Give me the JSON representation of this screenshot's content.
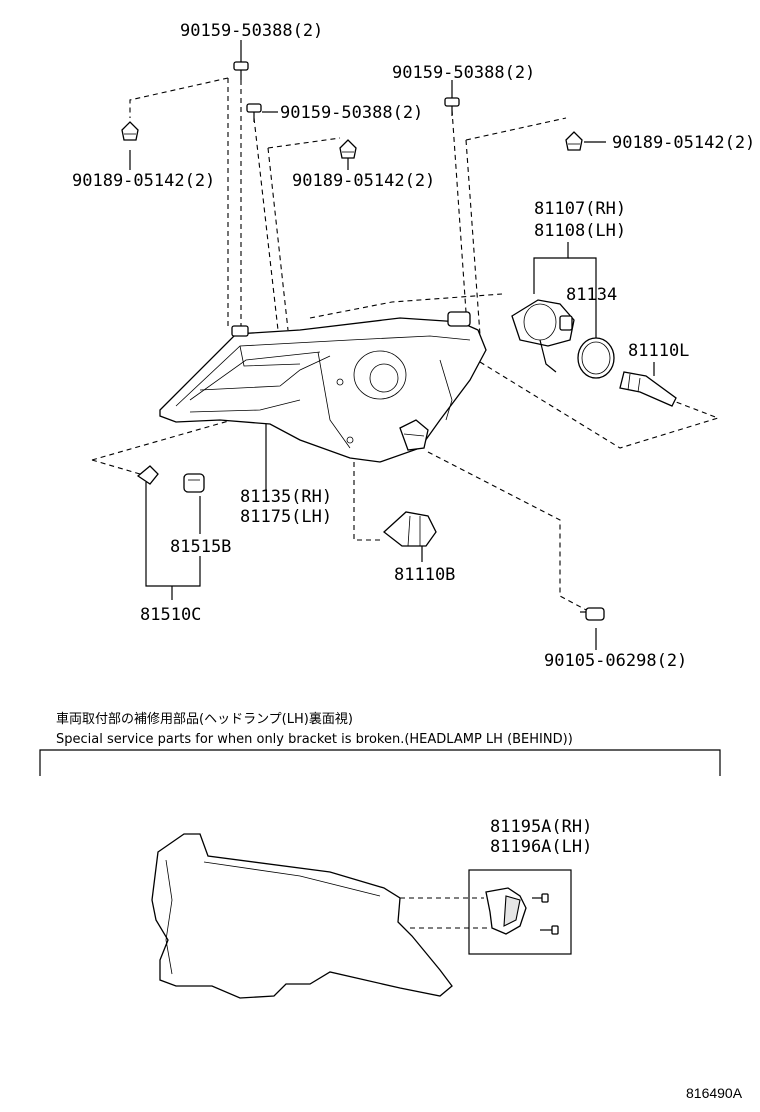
{
  "labels": {
    "bolt_top_left": "90159-50388(2)",
    "bolt_top_right": "90159-50388(2)",
    "bolt_mid": "90159-50388(2)",
    "clip_left": "90189-05142(2)",
    "clip_mid": "90189-05142(2)",
    "clip_right": "90189-05142(2)",
    "socket_rh": "81107(RH)",
    "socket_lh": "81108(LH)",
    "oring": "81134",
    "bulb_l": "81110L",
    "housing_rh": "81135(RH)",
    "housing_lh": "81175(LH)",
    "bulb_b": "81110B",
    "lamp_unit": "81515B",
    "lamp_assy": "81510C",
    "screw_bottom": "90105-06298(2)",
    "bracket_rh": "81195A(RH)",
    "bracket_lh": "81196A(LH)"
  },
  "notes": {
    "jp": "車両取付部の補修用部品(ヘッドランプ(LH)裏面視)",
    "en": "Special service parts for when only bracket is broken.(HEADLAMP LH (BEHIND))"
  },
  "diagram_code": "816490A"
}
